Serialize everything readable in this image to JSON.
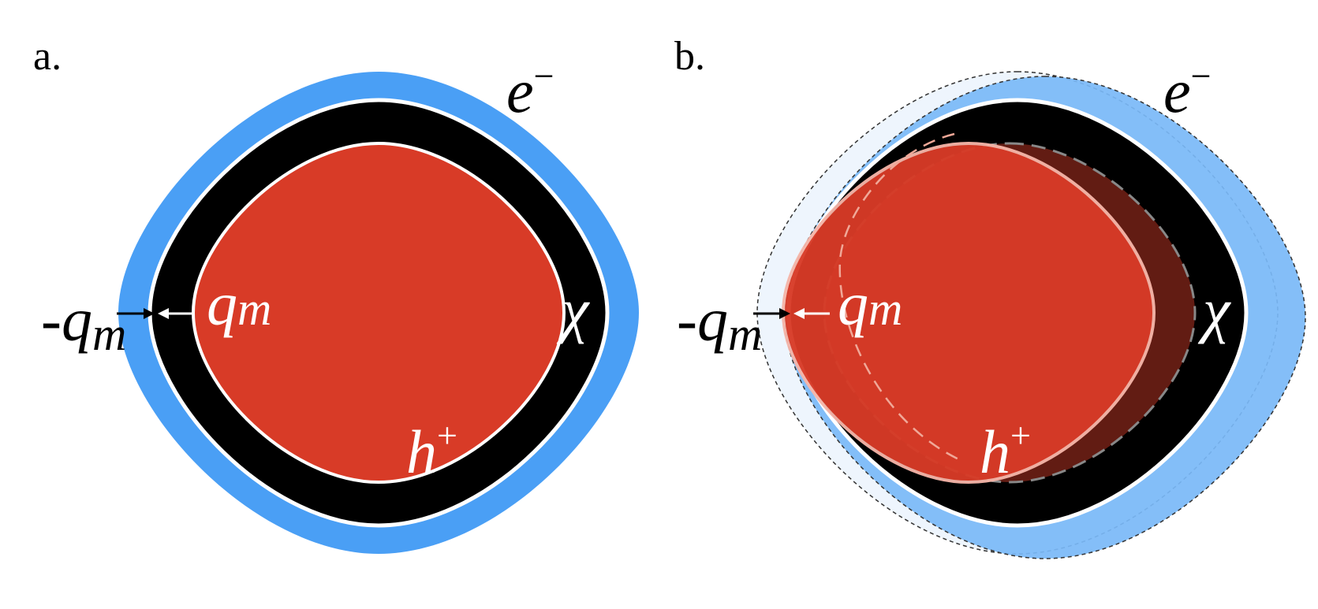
{
  "panels": [
    {
      "id": "a",
      "label": "a.",
      "labels": {
        "electron": "e",
        "electron_sup": "−",
        "hole": "h",
        "hole_sup": "+",
        "chi": "χ",
        "charge": "q",
        "charge_sub": "m",
        "neg_sign": "-",
        "neg_charge": "q",
        "neg_charge_sub": "m"
      }
    },
    {
      "id": "b",
      "label": "b.",
      "labels": {
        "electron": "e",
        "electron_sup": "−",
        "hole": "h",
        "hole_sup": "+",
        "chi": "χ",
        "charge": "q",
        "charge_sub": "m",
        "neg_sign": "-",
        "neg_charge": "q",
        "neg_charge_sub": "m"
      }
    }
  ],
  "colors": {
    "electron_layer": "#4a9ff5",
    "electron_layer_light": "#7ab8f7",
    "electron_layer_faint": "#eef5fd",
    "exciton_layer": "#000000",
    "hole_core": "#d83b27",
    "hole_core_dark": "#621c13",
    "outline": "#ffffff"
  }
}
